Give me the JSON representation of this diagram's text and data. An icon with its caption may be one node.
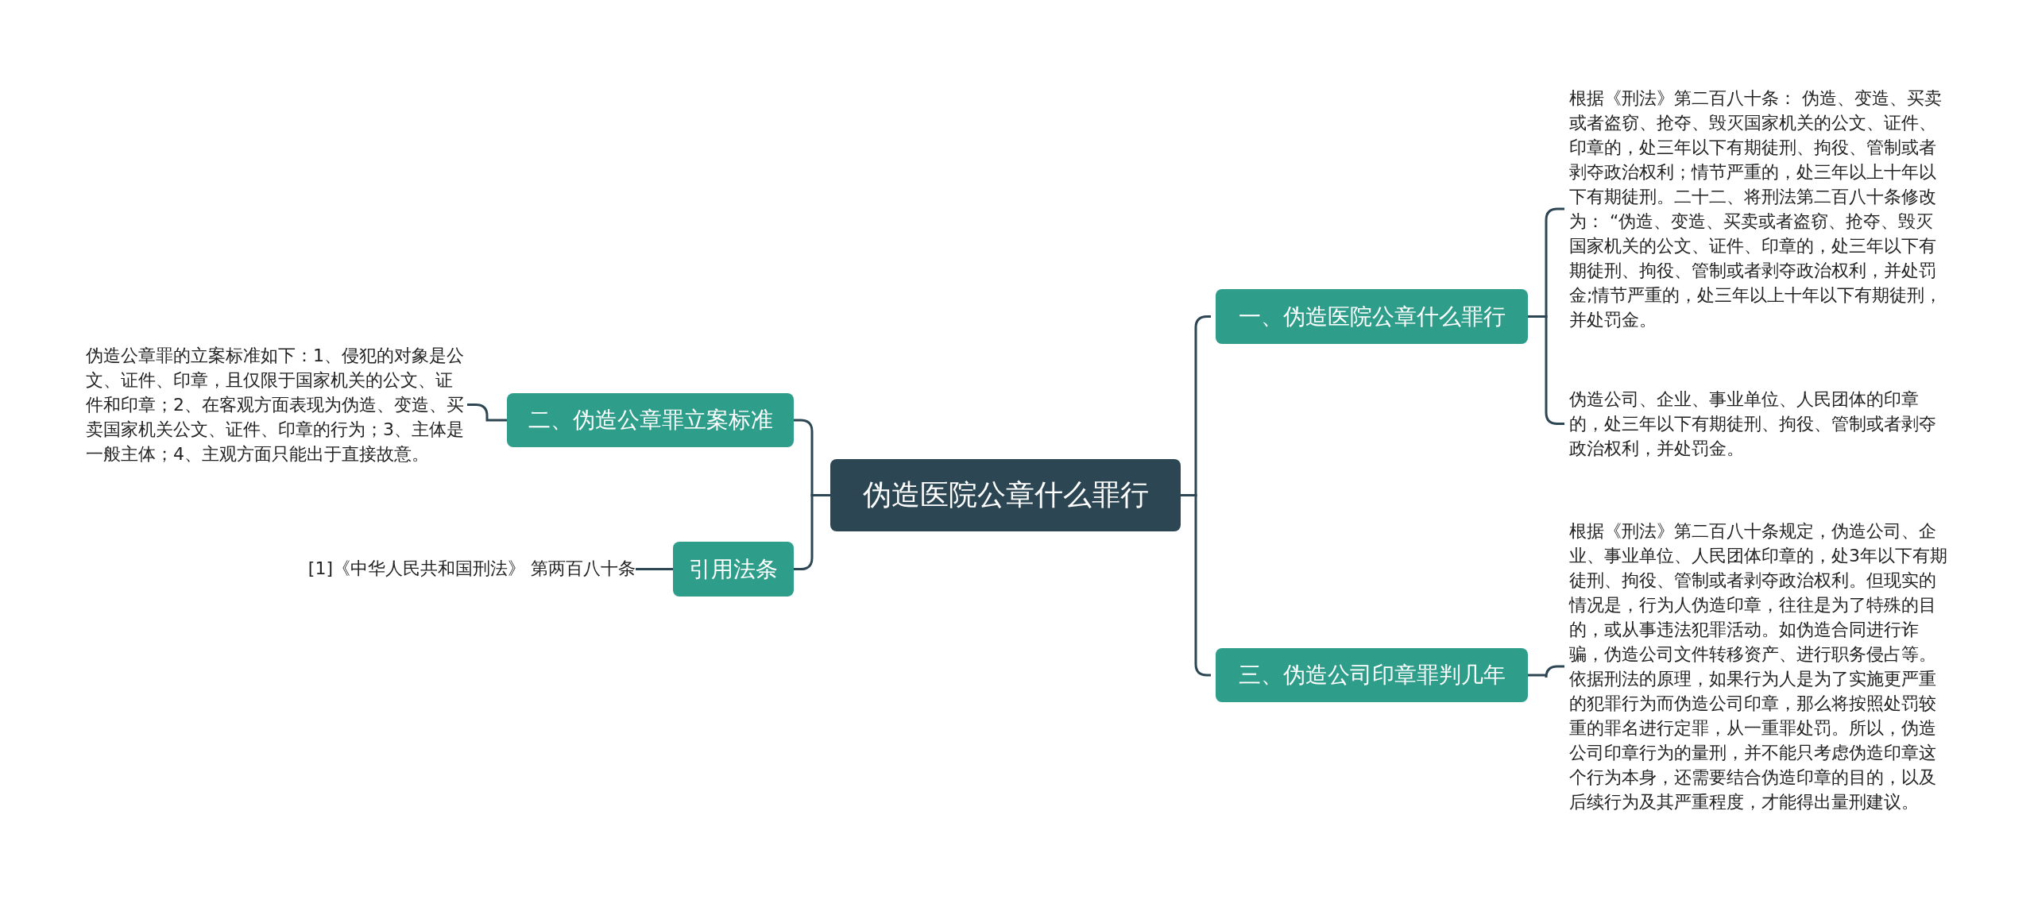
{
  "diagram": {
    "nodes": [
      {
        "text": [
          "伪造医院公章什么罪行"
        ]
      },
      {
        "text": [
          "一、伪造医院公章什么罪行"
        ]
      },
      {
        "text": [
          "根据《刑法》第二百八十条： 伪造、变造、买卖或者盗窃、抢夺、毁灭国家机关的公文、证件、印章的，处三年以下有期徒刑、拘役、管制或者剥夺政治权利；情节严重的，处三年以上十年以下有期徒刑。二十二、将刑法第二百八十条修改为： “伪造、变造、买卖或者盗窃、抢夺、毁灭国家机关的公文、证件、印章的，处三年以下有期徒刑、拘役、管制或者剥夺政治权利，并处罚金;情节严重的，处三年以上十年以下有期徒刑，并处罚金。"
        ]
      },
      {
        "text": [
          "伪造公司、企业、事业单位、人民团体的印章的，处三年以下有期徒刑、拘役、管制或者剥夺政治权利，并处罚金。"
        ]
      },
      {
        "text": [
          "三、伪造公司印章罪判几年"
        ]
      },
      {
        "text": [
          "根据《刑法》第二百八十条规定，伪造公司、企业、事业单位、人民团体印章的，处3年以下有期徒刑、拘役、管制或者剥夺政治权利。但现实的情况是，行为人伪造印章，往往是为了特殊的目的，或从事违法犯罪活动。如伪造合同进行诈骗，伪造公司文件转移资产、进行职务侵占等。依据刑法的原理，如果行为人是为了实施更严重的犯罪行为而伪造公司印章，那么将按照处罚较重的罪名进行定罪，从一重罪处罚。所以，伪造公司印章行为的量刑，并不能只考虑伪造印章这个行为本身，还需要结合伪造印章的目的，以及后续行为及其严重程度，才能得出量刑建议。"
        ]
      },
      {
        "text": [
          "二、伪造公章罪立案标准"
        ]
      },
      {
        "text": [
          "伪造公章罪的立案标准如下：1、侵犯的对象是公文、证件、印章，且仅限于国家机关的公文、证件和印章；2、在客观方面表现为伪造、变造、买卖国家机关公文、证件、印章的行为；3、主体是一般主体；4、主观方面只能出于直接故意。"
        ]
      },
      {
        "text": [
          "引用法条"
        ]
      },
      {
        "text": [
          "[1]《中华人民共和国刑法》 第两百八十条"
        ]
      }
    ],
    "edges": [
      {
        "from": 0,
        "to": 1,
        "arrow": "none"
      },
      {
        "from": 1,
        "to": 2,
        "arrow": "none"
      },
      {
        "from": 1,
        "to": 3,
        "arrow": "none"
      },
      {
        "from": 0,
        "to": 4,
        "arrow": "none"
      },
      {
        "from": 4,
        "to": 5,
        "arrow": "none"
      },
      {
        "from": 0,
        "to": 6,
        "arrow": "none"
      },
      {
        "from": 6,
        "to": 7,
        "arrow": "none"
      },
      {
        "from": 0,
        "to": 8,
        "arrow": "none"
      },
      {
        "from": 8,
        "to": 9,
        "arrow": "none"
      }
    ]
  }
}
